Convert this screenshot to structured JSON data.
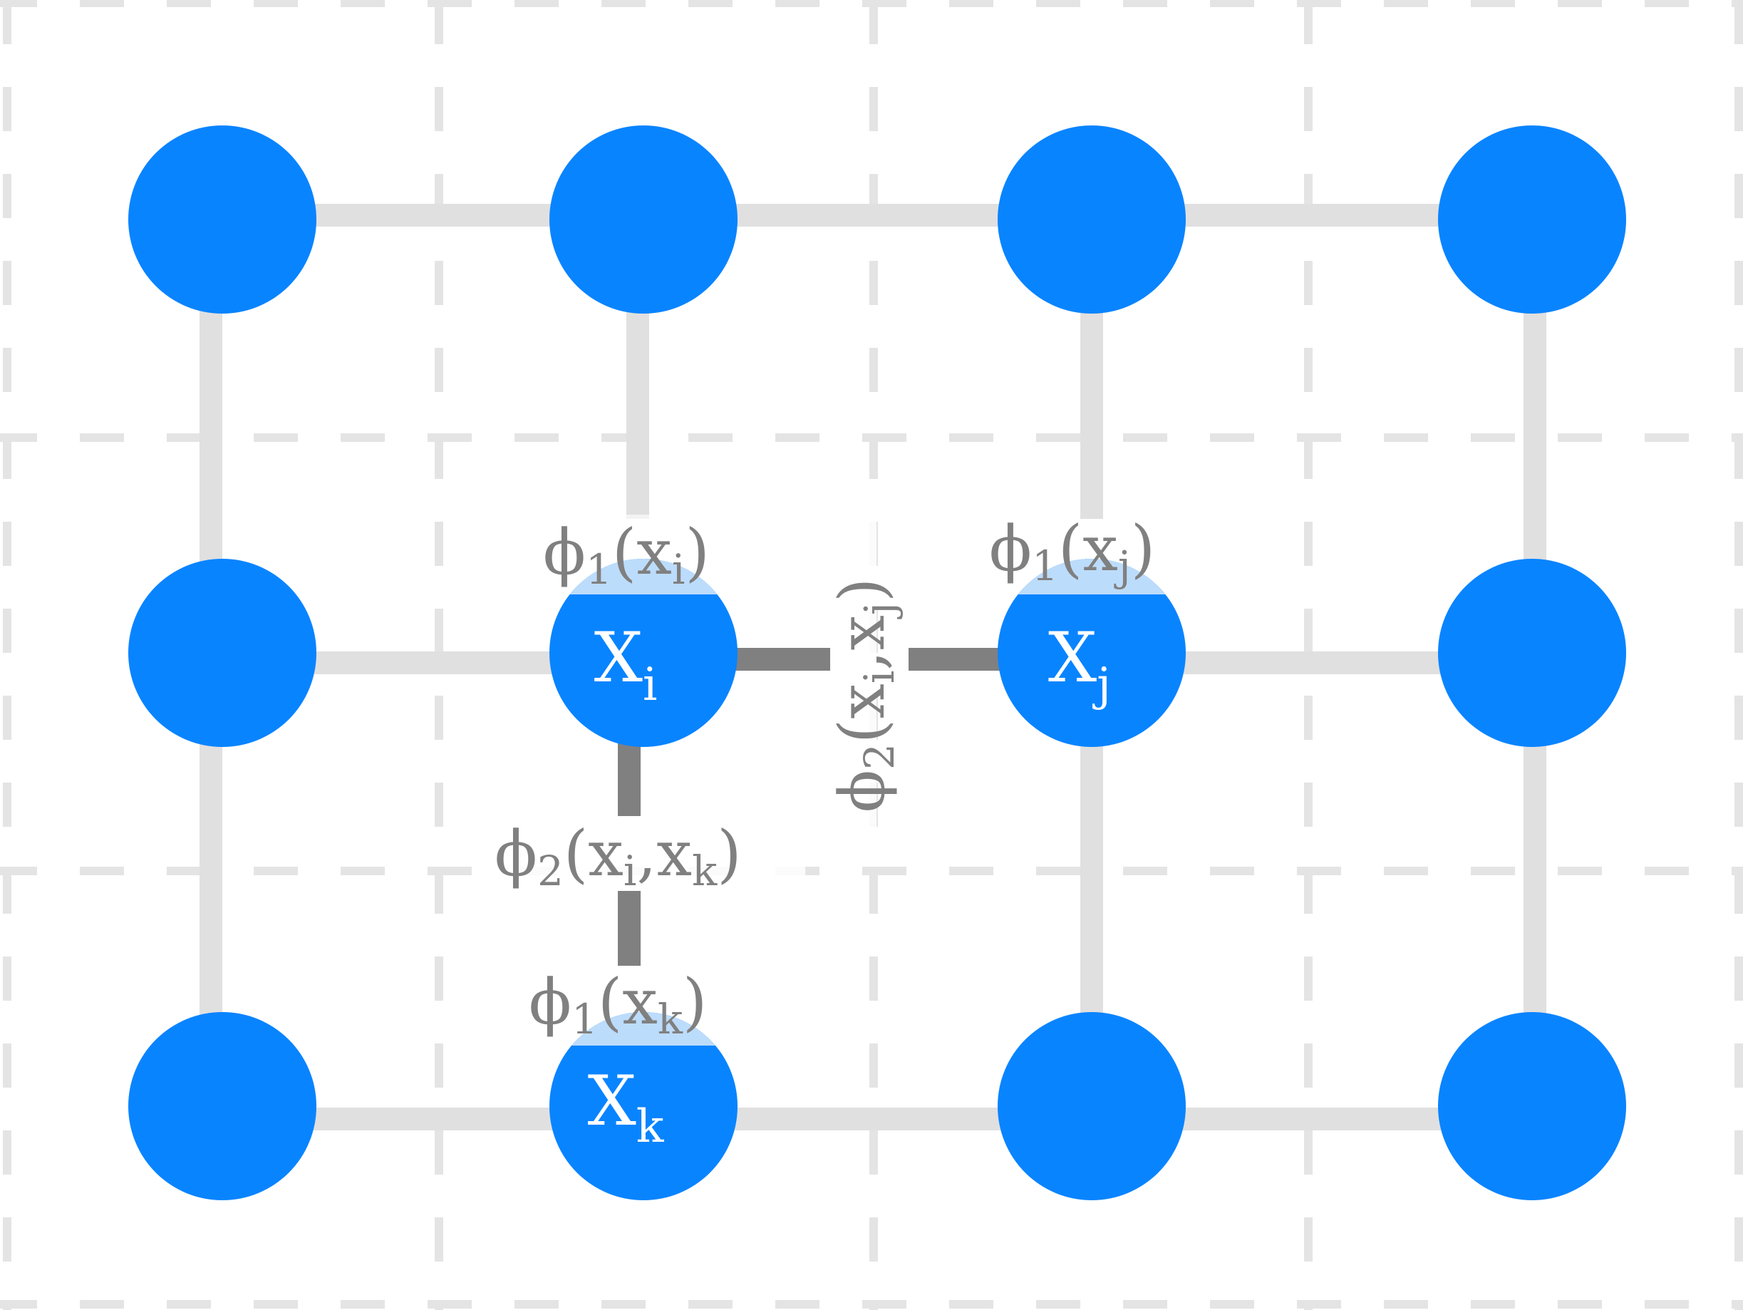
{
  "colors": {
    "node": "#0984ff",
    "node_highlight": "#bcdcfb",
    "edge": "#e0e0e0",
    "edge_active": "#808080",
    "grid": "#e4e4e4",
    "label": "#808080"
  },
  "nodes": {
    "i": {
      "letter": "X",
      "sub": "i"
    },
    "j": {
      "letter": "X",
      "sub": "j"
    },
    "k": {
      "letter": "X",
      "sub": "k"
    }
  },
  "unary": {
    "i": {
      "phi": "ϕ",
      "idx": "1",
      "open": "(",
      "x": "x",
      "sub": "i",
      "close": ")"
    },
    "j": {
      "phi": "ϕ",
      "idx": "1",
      "open": "(",
      "x": "x",
      "sub": "j",
      "close": ")"
    },
    "k": {
      "phi": "ϕ",
      "idx": "1",
      "open": "(",
      "x": "x",
      "sub": "k",
      "close": ")"
    }
  },
  "pairwise": {
    "ij": {
      "phi": "ϕ",
      "idx": "2",
      "open": "(",
      "x1": "x",
      "s1": "i",
      "comma": ",",
      "x2": "x",
      "s2": "j",
      "close": ")"
    },
    "ik": {
      "phi": "ϕ",
      "idx": "2",
      "open": "(",
      "x1": "x",
      "s1": "i",
      "comma": ",",
      "x2": "x",
      "s2": "k",
      "close": ")"
    }
  }
}
